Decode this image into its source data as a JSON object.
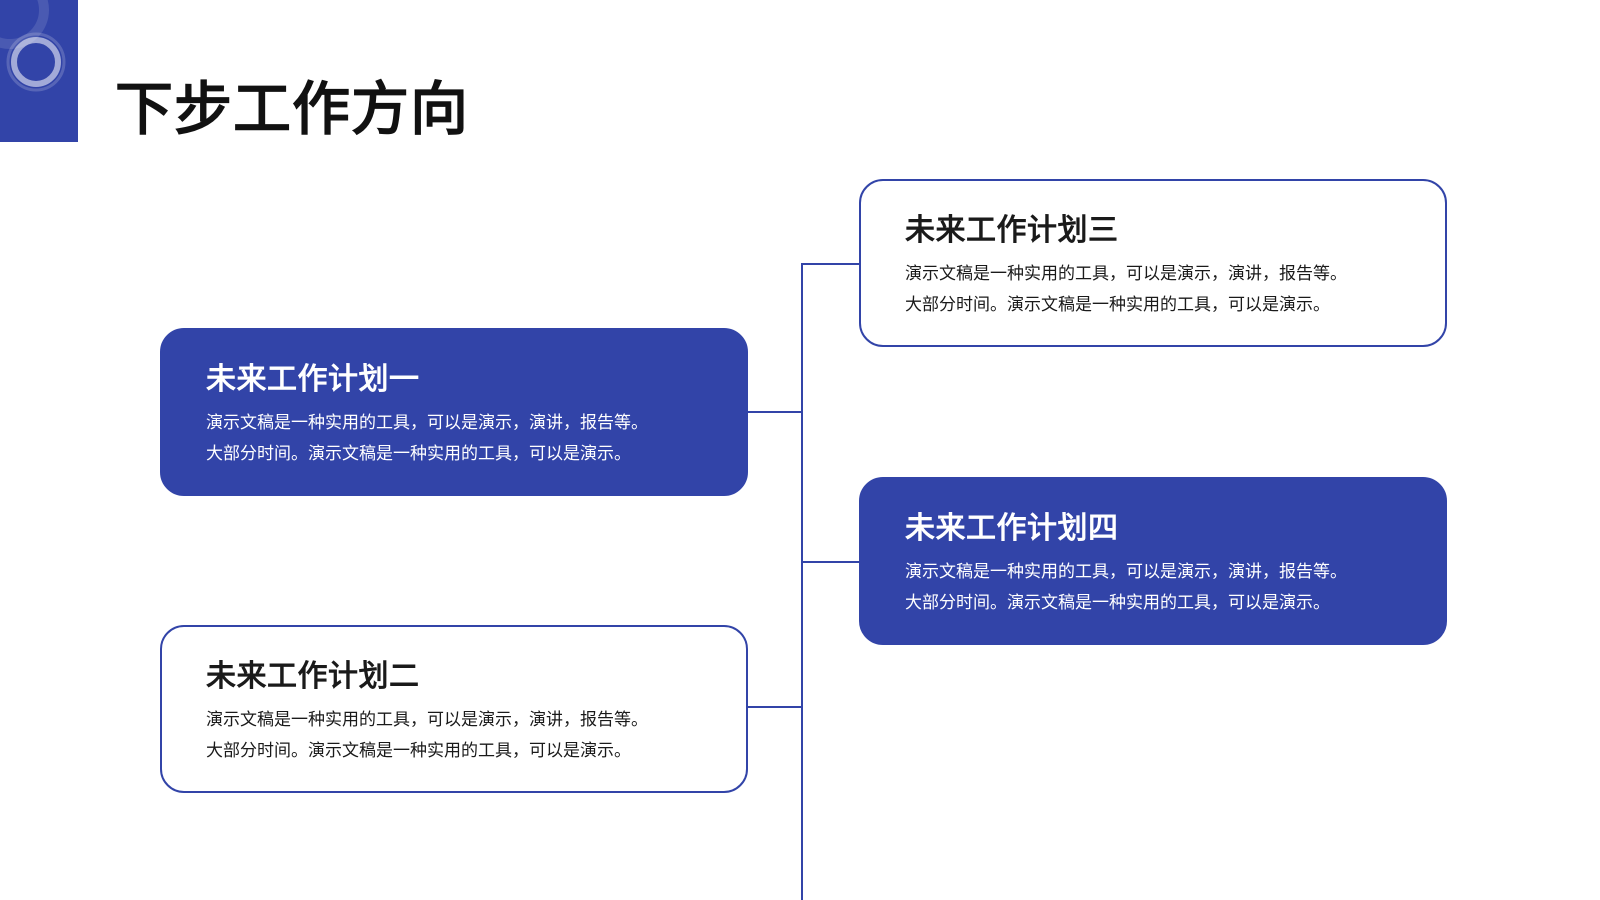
{
  "header": {
    "title": "下步工作方向"
  },
  "theme": {
    "accent": "#3244a8",
    "text_dark": "#111111",
    "background": "#ffffff"
  },
  "cards": [
    {
      "title": "未来工作计划一",
      "line1": "演示文稿是一种实用的工具，可以是演示，演讲，报告等。",
      "line2": "大部分时间。演示文稿是一种实用的工具，可以是演示。",
      "style": "filled"
    },
    {
      "title": "未来工作计划二",
      "line1": "演示文稿是一种实用的工具，可以是演示，演讲，报告等。",
      "line2": "大部分时间。演示文稿是一种实用的工具，可以是演示。",
      "style": "outline"
    },
    {
      "title": "未来工作计划三",
      "line1": "演示文稿是一种实用的工具，可以是演示，演讲，报告等。",
      "line2": "大部分时间。演示文稿是一种实用的工具，可以是演示。",
      "style": "outline"
    },
    {
      "title": "未来工作计划四",
      "line1": "演示文稿是一种实用的工具，可以是演示，演讲，报告等。",
      "line2": "大部分时间。演示文稿是一种实用的工具，可以是演示。",
      "style": "filled"
    }
  ]
}
